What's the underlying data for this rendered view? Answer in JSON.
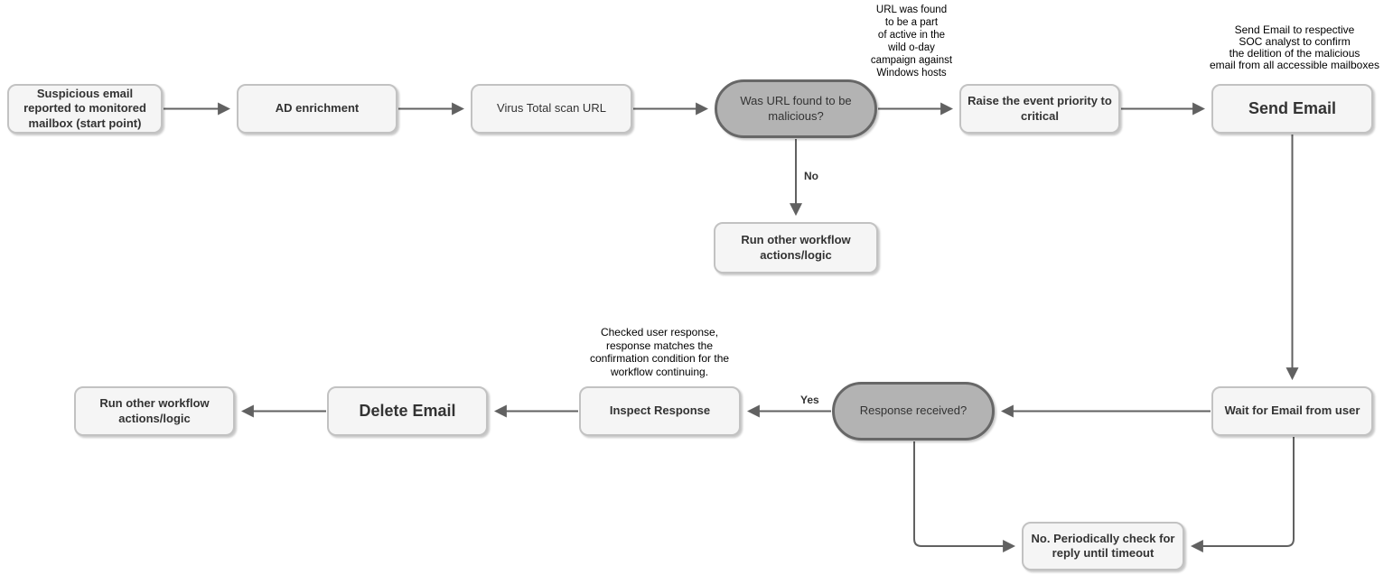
{
  "diagram": {
    "nodes": {
      "start": {
        "label": "Suspicious email reported to monitored mailbox (start point)"
      },
      "ad_enrichment": {
        "label": "AD enrichment"
      },
      "virus_total": {
        "label": "Virus Total scan URL"
      },
      "url_decision": {
        "label": "Was URL found to be malicious?"
      },
      "raise_priority": {
        "label": "Raise the event priority to critical"
      },
      "send_email": {
        "label": "Send Email"
      },
      "run_other_top": {
        "label": "Run other workflow actions/logic"
      },
      "run_other_bottom": {
        "label": "Run other workflow actions/logic"
      },
      "delete_email": {
        "label": "Delete Email"
      },
      "inspect_response": {
        "label": "Inspect Response"
      },
      "response_decision": {
        "label": "Response received?"
      },
      "wait_for_email": {
        "label": "Wait for Email from user"
      },
      "periodic_check": {
        "label": "No. Periodically check for reply until timeout"
      }
    },
    "edge_labels": {
      "no": "No",
      "yes": "Yes"
    },
    "annotations": {
      "zero_day_campaign": "URL was found\nto be a part\nof active in the\nwild o-day\ncampaign against\nWindows hosts",
      "send_email_note": "Send Email to respective\nSOC analyst to confirm\nthe delition of the malicious\nemail from all accessible mailboxes",
      "checked_response_note": "Checked user response,\nresponse matches the\nconfirmation condition for the\nworkflow continuing."
    },
    "colors": {
      "node_fill": "#f5f5f5",
      "node_border": "#c2c2c2",
      "decision_fill": "#b3b3b3",
      "decision_border": "#676767",
      "arrow": "#616161",
      "label_text": "#333333"
    }
  }
}
